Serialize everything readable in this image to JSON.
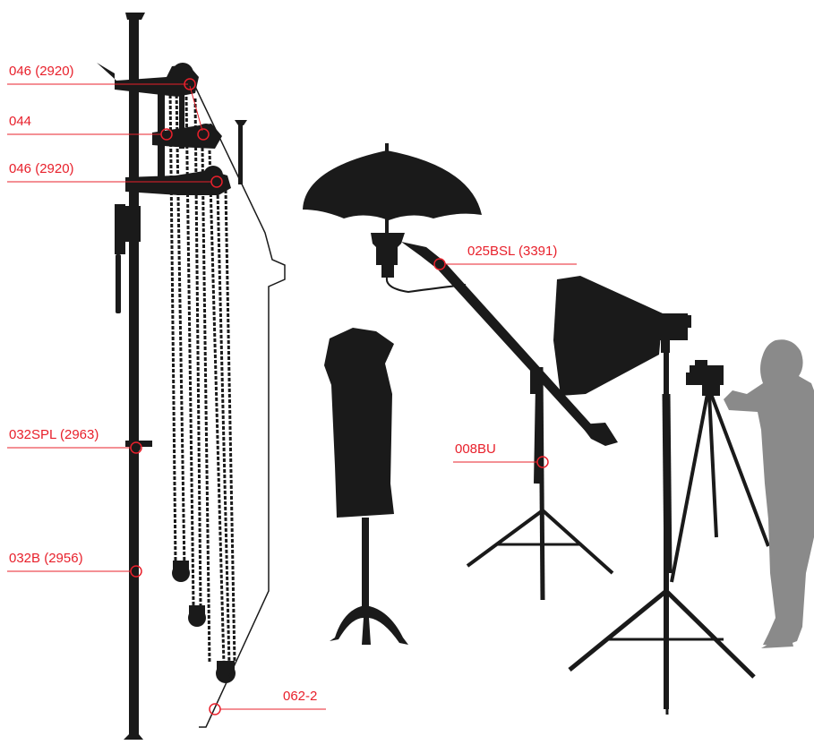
{
  "colors": {
    "callout": "#e8202b",
    "equipment": "#1a1a1a",
    "person": "#8a8a8a",
    "background": "#ffffff"
  },
  "callouts": [
    {
      "id": "c1",
      "label": "046 (2920)"
    },
    {
      "id": "c2",
      "label": "044"
    },
    {
      "id": "c3",
      "label": "046 (2920)"
    },
    {
      "id": "c4",
      "label": "032SPL (2963)"
    },
    {
      "id": "c5",
      "label": "032B (2956)"
    },
    {
      "id": "c6",
      "label": "025BSL (3391)"
    },
    {
      "id": "c7",
      "label": "008BU"
    },
    {
      "id": "c8",
      "label": "062-2"
    }
  ]
}
